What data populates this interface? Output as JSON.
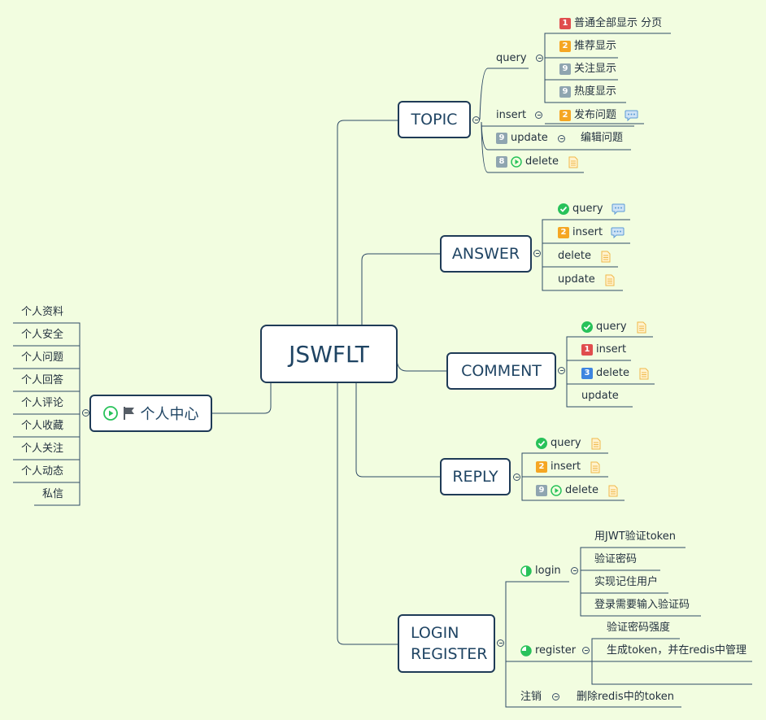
{
  "colors": {
    "background": "#f2fde0",
    "node_border": "#1f3b57",
    "line": "#2f4a66",
    "badge_red": "#e04d4d",
    "badge_orange": "#f5a623",
    "badge_gray": "#8fa5b0",
    "badge_blue": "#3d85e0",
    "check_green": "#28c25a"
  },
  "center": {
    "title": "JSWFLT"
  },
  "personal": {
    "title": "个人中心",
    "icons": [
      "play-icon",
      "flag-icon"
    ],
    "items": [
      "个人资料",
      "个人安全",
      "个人问题",
      "个人回答",
      "个人评论",
      "个人收藏",
      "个人关注",
      "个人动态",
      "私信"
    ]
  },
  "topic": {
    "title": "TOPIC",
    "query": {
      "label": "query",
      "children": [
        {
          "badge": "1",
          "badge_color": "red",
          "text": "普通全部显示 分页"
        },
        {
          "badge": "2",
          "badge_color": "orange",
          "text": "推荐显示"
        },
        {
          "badge": "9",
          "badge_color": "gray",
          "text": "关注显示"
        },
        {
          "badge": "9",
          "badge_color": "gray",
          "text": "热度显示"
        }
      ]
    },
    "insert": {
      "label": "insert",
      "child": {
        "badge": "2",
        "badge_color": "orange",
        "text": "发布问题",
        "icon": "comment-icon"
      }
    },
    "update": {
      "badge": "9",
      "label": "update",
      "child": "编辑问题"
    },
    "delete": {
      "badge": "8",
      "label": "delete",
      "icon": "note-icon"
    }
  },
  "answer": {
    "title": "ANSWER",
    "items": [
      {
        "prefix": "check",
        "label": "query",
        "icon": "comment-icon"
      },
      {
        "badge": "2",
        "badge_color": "orange",
        "label": "insert",
        "icon": "comment-icon"
      },
      {
        "label": "delete",
        "icon": "note-icon"
      },
      {
        "label": "update",
        "icon": "note-icon"
      }
    ]
  },
  "comment": {
    "title": "COMMENT",
    "items": [
      {
        "prefix": "check",
        "label": "query",
        "icon": "note-icon"
      },
      {
        "badge": "1",
        "badge_color": "red",
        "label": "insert"
      },
      {
        "badge": "3",
        "badge_color": "blue",
        "label": "delete",
        "icon": "note-icon"
      },
      {
        "label": "update"
      }
    ]
  },
  "reply": {
    "title": "REPLY",
    "items": [
      {
        "prefix": "check",
        "label": "query",
        "icon": "note-icon"
      },
      {
        "badge": "2",
        "badge_color": "orange",
        "label": "insert",
        "icon": "note-icon"
      },
      {
        "badge": "9",
        "badge_color": "gray",
        "label": "delete",
        "icon": "note-icon"
      }
    ]
  },
  "login_register": {
    "title_line1": "LOGIN",
    "title_line2": "REGISTER",
    "login": {
      "label": "login",
      "progress": 0.5,
      "children": [
        "用JWT验证token",
        "验证密码",
        "实现记住用户",
        "登录需要输入验证码"
      ]
    },
    "register": {
      "label": "register",
      "progress": 0.75,
      "children": [
        "验证密码强度",
        "生成token，并在redis中管理",
        ""
      ]
    },
    "logout": {
      "label": "注销",
      "child": "删除redis中的token"
    }
  }
}
